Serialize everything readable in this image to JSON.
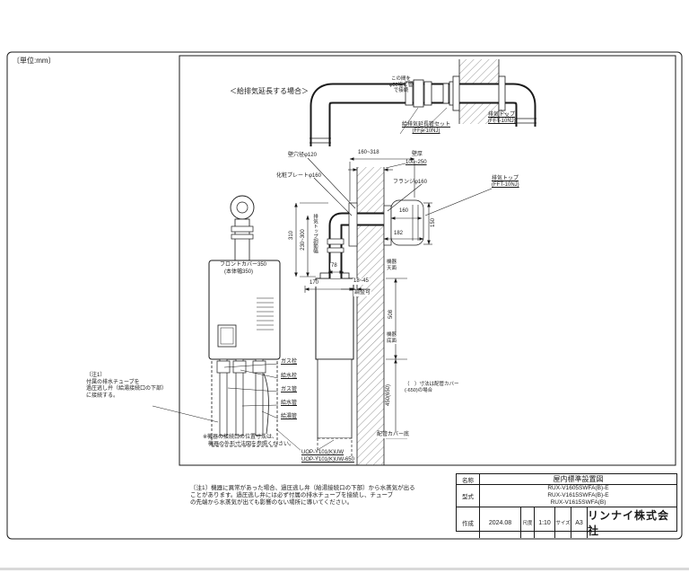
{
  "colors": {
    "ink": "#1a1a1a",
    "paper": "#ffffff"
  },
  "sheet": {
    "units": "〔単位:mm〕"
  },
  "ext": {
    "caption": "＜給排気延長する場合＞",
    "connect_note": "この間を\nφ80塩ビ管\nで接続",
    "set_label": "給排気延長管セット\n(FFA-10NJ)",
    "top_label": "排気トップ\n(FFT-10NJ)"
  },
  "side": {
    "wall_hole": "壁穴径φ120",
    "dim_span": "160~318",
    "wall_thick_label": "壁厚",
    "wall_thick": "100~250",
    "plate": "化粧プレートφ160",
    "flange": "フランジφ160",
    "top_label": "排気トップ\n(FFT-10NJ)",
    "dim_160": "160",
    "dim_150": "150",
    "dim_182": "182",
    "dim_310": "310",
    "dim_riser": "230~300",
    "riser_note": "排気トップ調節幅",
    "dim_78": "78",
    "dim_170": "170",
    "dim_gap": "18~45",
    "adjustable": "調整可",
    "body_top": "機器\n天面",
    "dim_508": "508",
    "body_bottom": "機器\n底面",
    "dim_cover": "450(650)",
    "cover_note": "（　）寸法は配管カバー\n(-650)の場合",
    "cover_bottom": "配管カバー底"
  },
  "front": {
    "cover": "フロントカバー350",
    "width": "(本体幅350)",
    "labels": [
      "ガス栓",
      "給水栓",
      "ガス管",
      "給水管",
      "給湯管"
    ]
  },
  "notes": {
    "note1": "〔注1〕\n付属の排水チューブを\n過圧逃し弁（給湯接続口の下部）\nに接続する。",
    "ref": "※機器の接続口の位置寸法は、\n　機器の外形寸法図を参照ください。",
    "cover1": "UOP-Y101(K)UW",
    "cover2": "UOP-Y101(K)UW-650",
    "bottom": "〔注1〕機器に異常があった場合、過圧逃し弁（給湯接続口の下部）から水蒸気が出る\nことがあります。過圧逃し弁には必ず付属の排水チューブを接続し、チューブ\nの先端から水蒸気が出ても影響のない場所に導いてください。"
  },
  "title_block": {
    "name_label": "名称",
    "name_value": "屋内標準設置図",
    "model_label": "型式",
    "models": "RUX-V1605SWFA(B)-E\nRUX-V1615SWFA(B)-E\nRUX-V1615SWFA(B)",
    "created_label": "作成",
    "created_value": "2024.08",
    "scale_label": "尺度",
    "scale_value": "1:10",
    "size_label": "サイズ",
    "size_value": "A3",
    "company": "リンナイ株式会社"
  }
}
